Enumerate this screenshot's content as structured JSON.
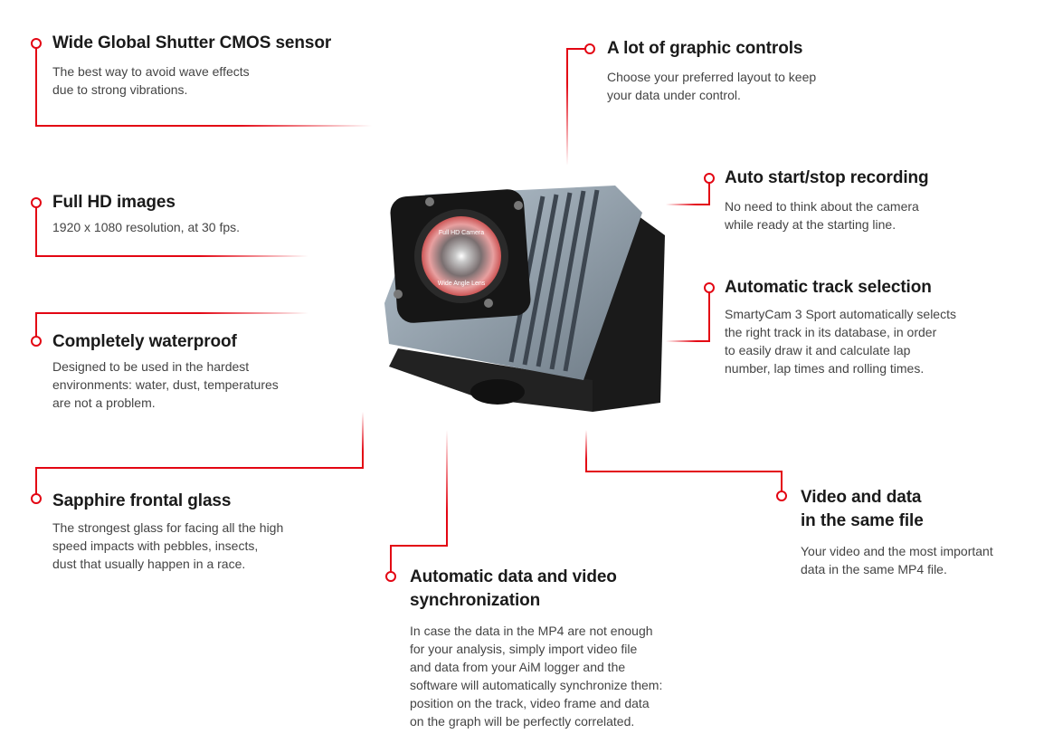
{
  "accent_color": "#e30613",
  "features": [
    {
      "title": "Wide Global Shutter CMOS sensor",
      "text": [
        "The best way to avoid wave effects",
        "due to strong vibrations."
      ]
    },
    {
      "title": "Full HD images",
      "text": [
        "1920 x 1080 resolution, at 30 fps."
      ]
    },
    {
      "title": "Completely waterproof",
      "text": [
        "Designed to be used in the hardest",
        "environments: water, dust, temperatures",
        "are not a problem."
      ]
    },
    {
      "title": "Sapphire frontal glass",
      "text": [
        "The strongest glass for facing all the high",
        "speed impacts with pebbles, insects,",
        "dust that usually happen in a race."
      ]
    },
    {
      "title": [
        "Automatic data and video",
        "synchronization"
      ],
      "text": [
        "In case the data in the MP4 are not enough",
        "for your analysis, simply import video file",
        "and data from your AiM logger and the",
        "software will automatically synchronize them:",
        "position on the track, video frame and data",
        "on the graph will be perfectly correlated."
      ]
    },
    {
      "title": [
        "Video and data",
        "in the same file"
      ],
      "text": [
        "Your video and the most important",
        "data in the same MP4 file."
      ]
    },
    {
      "title": "Automatic track selection",
      "text": [
        "SmartyCam 3 Sport automatically selects",
        "the right track in its database, in order",
        "to easily draw it and calculate lap",
        "number, lap times and rolling times."
      ]
    },
    {
      "title": "Auto start/stop recording",
      "text": [
        "No need to think about the camera",
        "while ready at the starting line."
      ]
    },
    {
      "title": "A lot of graphic controls",
      "text": [
        "Choose your preferred layout to keep",
        "your data under control."
      ]
    }
  ],
  "camera": {
    "lens_text_top": "Full HD Camera",
    "lens_text_bottom": "Wide Angle Lens"
  }
}
